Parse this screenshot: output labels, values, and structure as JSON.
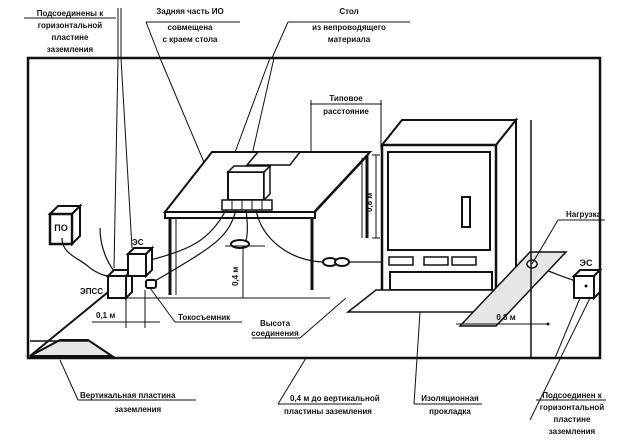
{
  "diagram": {
    "title": "Испытательная установка (схема размещения)",
    "callouts": {
      "top_left": [
        "Подсоединены к",
        "горизонтальной",
        "пластине",
        "заземления"
      ],
      "rear_of_eut": [
        "Задняя часть ИО",
        "совмещена",
        "с краем стола"
      ],
      "table": [
        "Стол",
        "из непроводящего",
        "материала"
      ],
      "typical_distance": [
        "Типовое",
        "расстояние"
      ],
      "load": "Нагрузка",
      "current_probe": "Токосъемник",
      "connection_height": [
        "Высота",
        "соединения"
      ],
      "vertical_plate": [
        "Вертикальная пластина",
        "заземления"
      ],
      "dist_to_vertical_plate": [
        "0,4 м до вертикальной",
        "пластины заземления"
      ],
      "insulating_pad": [
        "Изоляционная",
        "прокладка"
      ],
      "bottom_right": [
        "Подсоединен к",
        "горизонтальной",
        "пластине",
        "заземления"
      ]
    },
    "boxes": {
      "po": "ПО",
      "es_left": "ЭС",
      "epss": "ЭПСС",
      "es_right": "ЭС"
    },
    "dimensions": {
      "d_01": "0,1 м",
      "d_04": "0,4 м",
      "d_08_vertical": "0,8 м",
      "d_08_horizontal": "0,8 м"
    }
  }
}
